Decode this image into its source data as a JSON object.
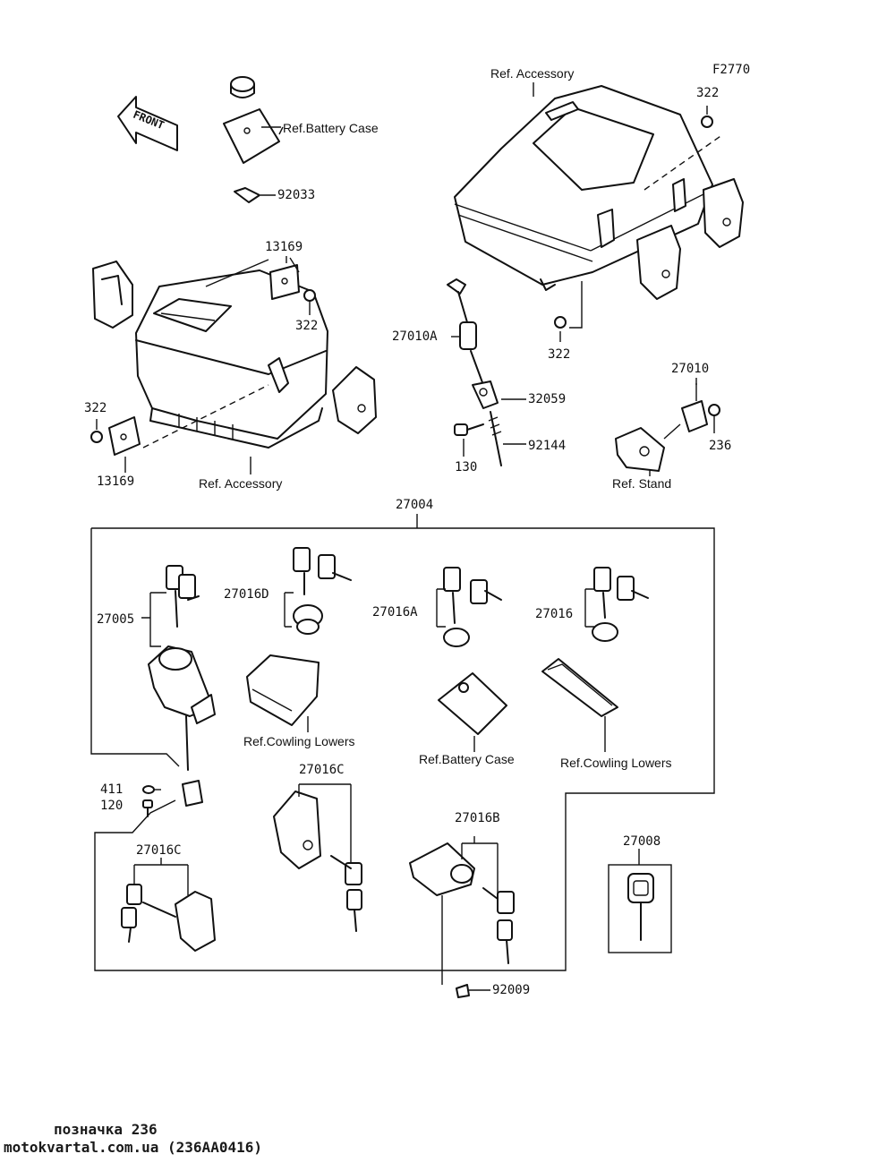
{
  "diagram_code": "F2770",
  "front_arrow": "FRONT",
  "labels": {
    "ref_accessory_top": "Ref. Accessory",
    "ref_accessory_left": "Ref. Accessory",
    "ref_battery_case_top": "Ref.Battery Case",
    "ref_battery_case_kit": "Ref.Battery Case",
    "ref_stand": "Ref. Stand",
    "ref_cowling_lowers_left": "Ref.Cowling Lowers",
    "ref_cowling_lowers_right": "Ref.Cowling Lowers"
  },
  "parts": {
    "p92033": "92033",
    "p13169_top": "13169",
    "p322_mid": "322",
    "p322_left": "322",
    "p13169_bottom": "13169",
    "p322_top_right": "322",
    "p322_right_bottom": "322",
    "p27010A": "27010A",
    "p32059": "32059",
    "p92144": "92144",
    "p130": "130",
    "p27010": "27010",
    "p236": "236",
    "p27004": "27004",
    "p27005": "27005",
    "p27016D": "27016D",
    "p27016A": "27016A",
    "p27016": "27016",
    "p411": "411",
    "p120": "120",
    "p27016C_mid": "27016C",
    "p27016C_left": "27016C",
    "p27016B": "27016B",
    "p27008": "27008",
    "p92009": "92009"
  },
  "footer": {
    "line1": "позначка 236",
    "line2": "motokvartal.com.ua (236AA0416)"
  }
}
